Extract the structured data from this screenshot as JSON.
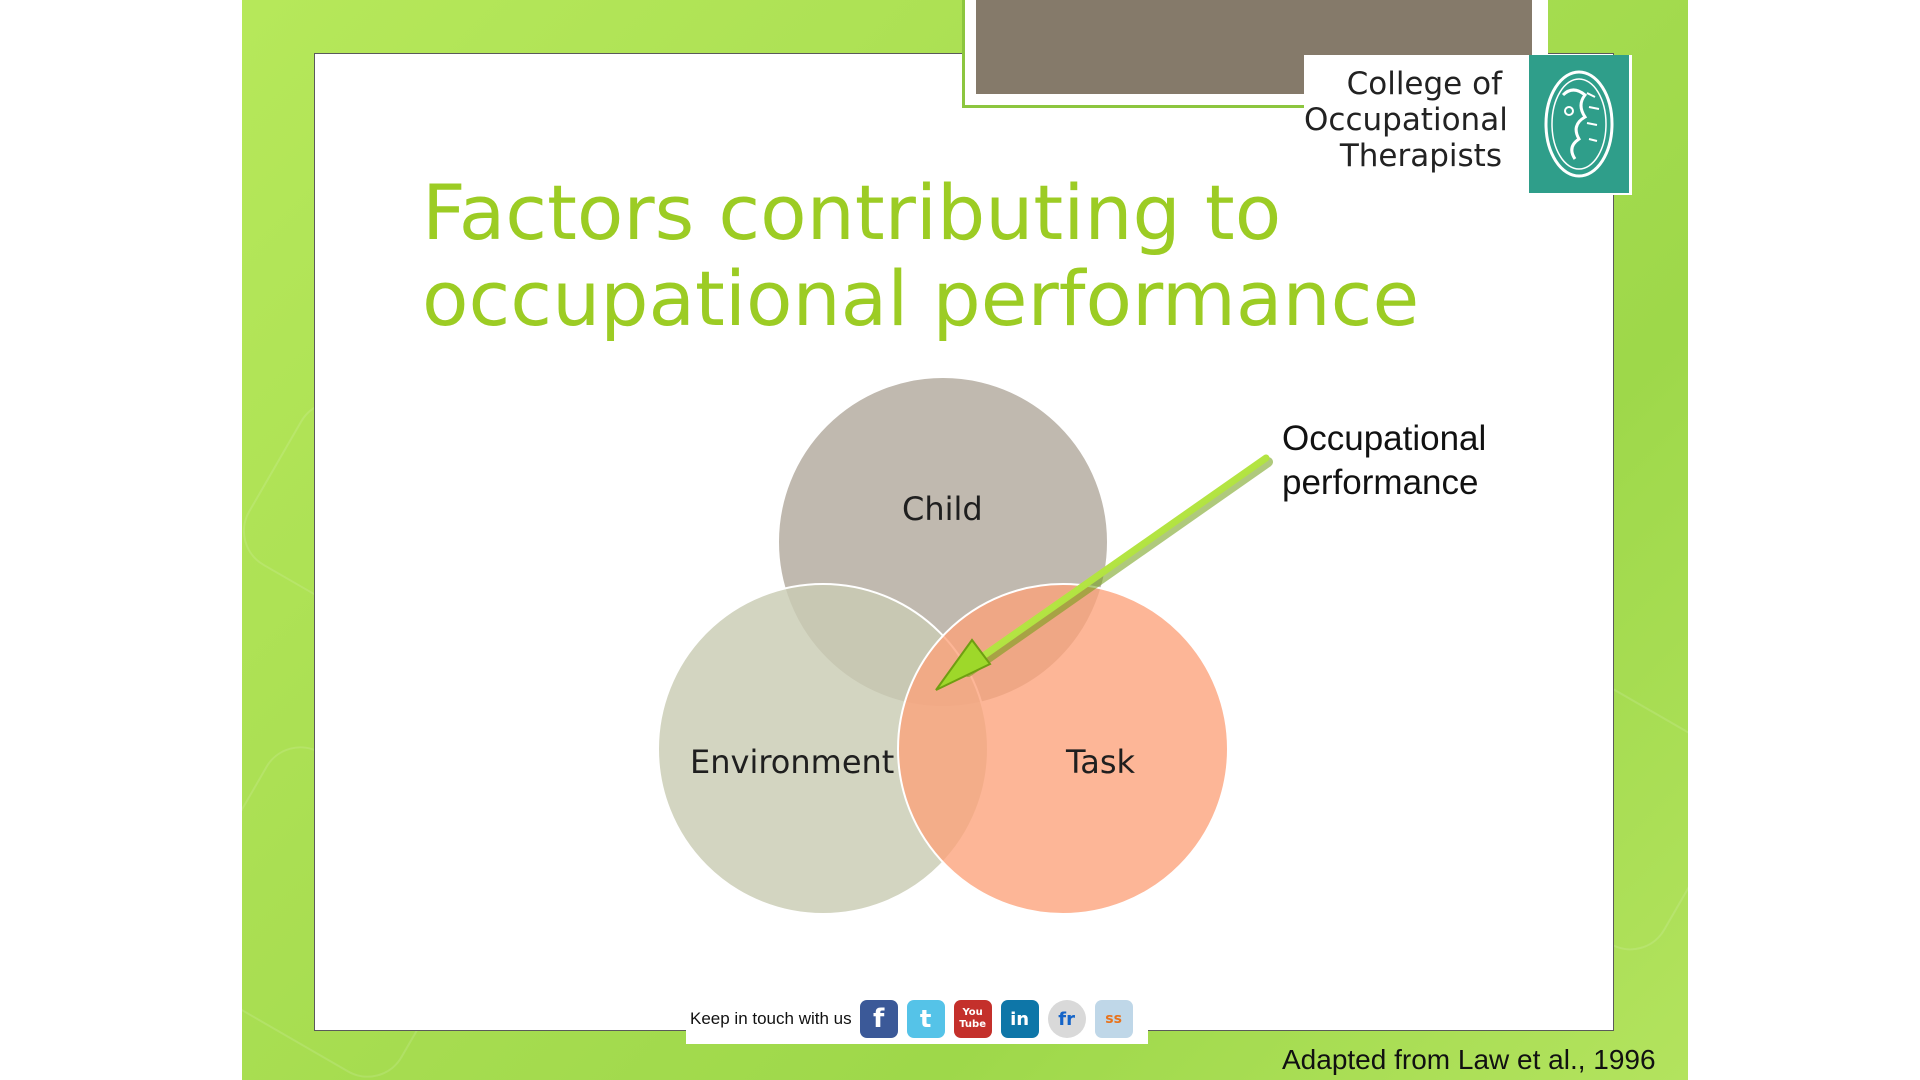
{
  "title": "Factors contributing to occupational performance",
  "logo": {
    "text_lines": [
      "College of",
      "Occupational",
      "Therapists"
    ],
    "mark_icon": "college-crest-icon"
  },
  "diagram": {
    "circles": {
      "child": "Child",
      "environment": "Environment",
      "task": "Task"
    },
    "callout_lines": [
      "Occupational",
      "performance"
    ]
  },
  "footer": {
    "keep_in_touch": "Keep in touch with us",
    "social_icons": [
      {
        "name": "facebook-icon",
        "glyph": "f",
        "color": "#3b5998"
      },
      {
        "name": "twitter-icon",
        "glyph": "t",
        "color": "#55c3e8"
      },
      {
        "name": "youtube-icon",
        "glyph": "You Tube",
        "color": "#c4302b"
      },
      {
        "name": "linkedin-icon",
        "glyph": "in",
        "color": "#0e76a8"
      },
      {
        "name": "flickr-icon",
        "glyph": "fr",
        "color": "#d9d9d9"
      },
      {
        "name": "slideshare-icon",
        "glyph": "ss",
        "color": "#bfd7e8"
      }
    ]
  },
  "citation": "Adapted from Law et al., 1996",
  "colors": {
    "accent_green": "#9ccc24",
    "child_circle": "#bbb4a9",
    "environment_circle": "#c9ccb3",
    "task_circle": "#fca27a",
    "logo_teal": "#2f9e8a"
  }
}
